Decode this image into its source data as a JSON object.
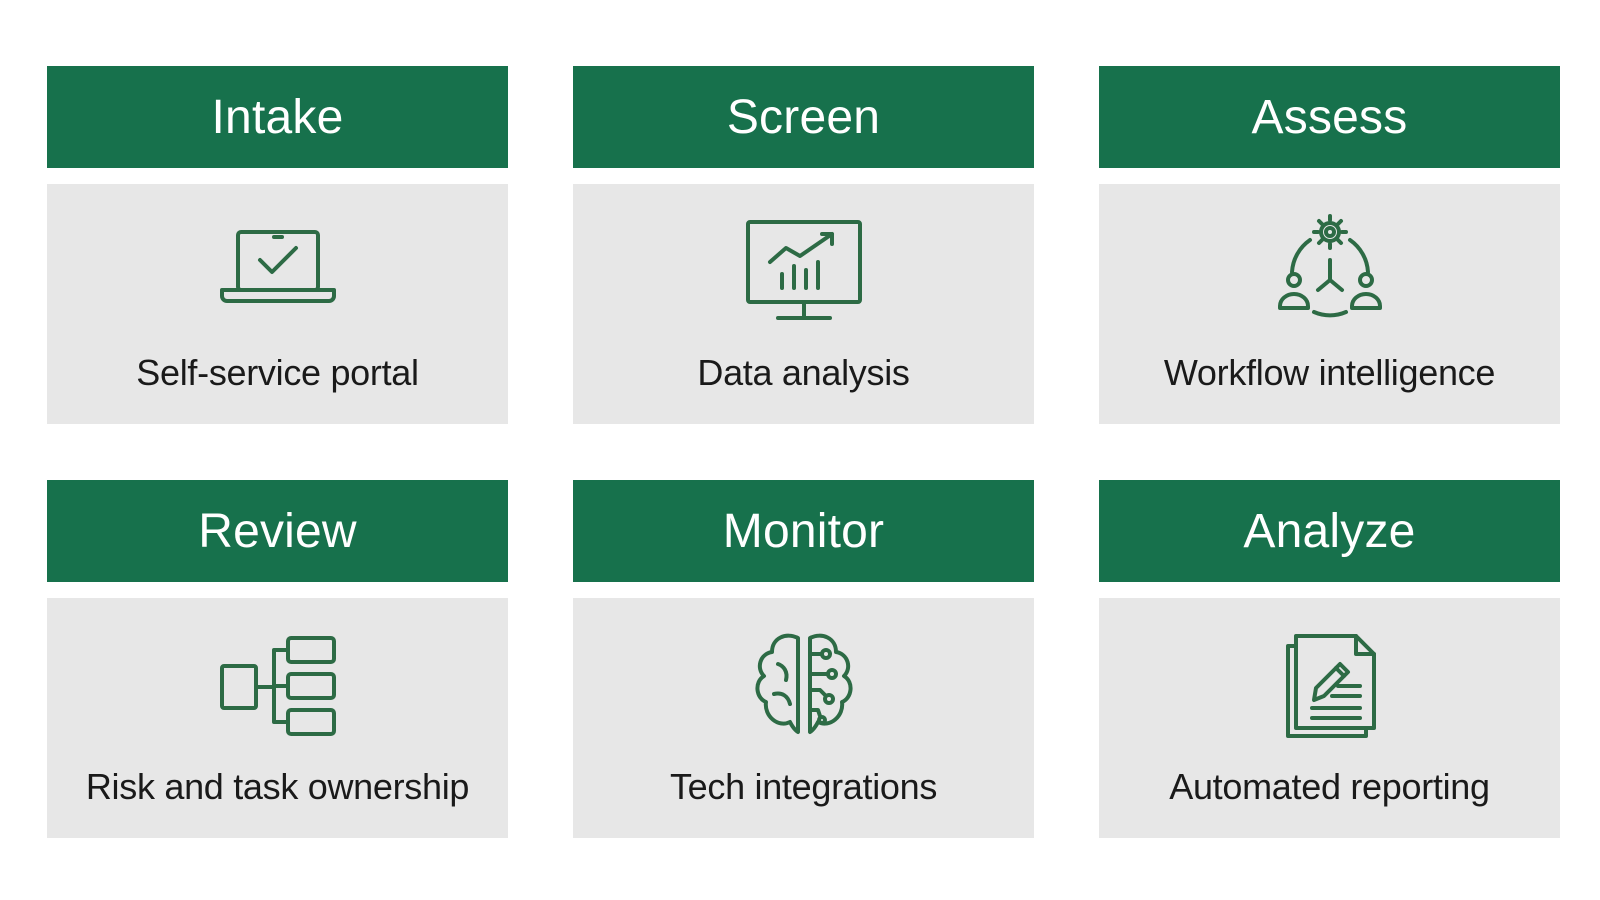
{
  "colors": {
    "header_bg": "#17714c",
    "body_bg": "#e7e7e7",
    "icon": "#2d6b45",
    "text": "#1a1a1a"
  },
  "cards": [
    {
      "title": "Intake",
      "label": "Self-service portal",
      "icon": "laptop-check-icon"
    },
    {
      "title": "Screen",
      "label": "Data analysis",
      "icon": "monitor-chart-icon"
    },
    {
      "title": "Assess",
      "label": "Workflow intelligence",
      "icon": "gear-people-workflow-icon"
    },
    {
      "title": "Review",
      "label": "Risk and task ownership",
      "icon": "hierarchy-flow-icon"
    },
    {
      "title": "Monitor",
      "label": "Tech integrations",
      "icon": "brain-circuit-icon"
    },
    {
      "title": "Analyze",
      "label": "Automated reporting",
      "icon": "document-pencil-icon"
    }
  ]
}
